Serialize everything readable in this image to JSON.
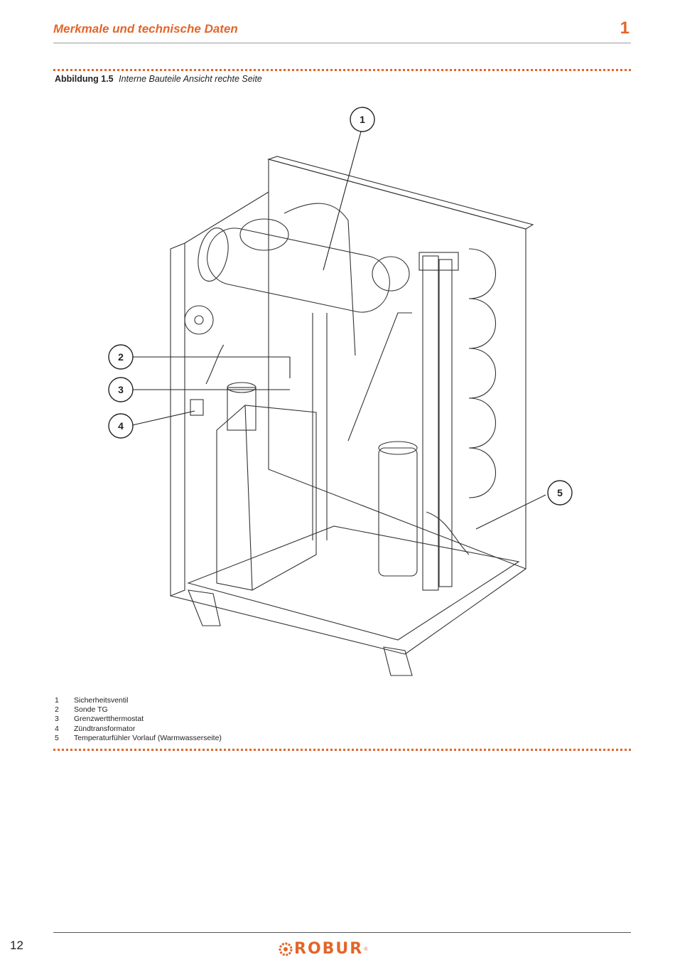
{
  "header": {
    "section_title": "Merkmale und technische Daten",
    "chapter_number": "1"
  },
  "figure": {
    "label": "Abbildung 1.5",
    "caption": "Interne Bauteile Ansicht rechte Seite",
    "callouts": [
      "1",
      "2",
      "3",
      "4",
      "5"
    ]
  },
  "legend": [
    {
      "num": "1",
      "text": "Sicherheitsventil"
    },
    {
      "num": "2",
      "text": "Sonde TG"
    },
    {
      "num": "3",
      "text": "Grenzwertthermostat"
    },
    {
      "num": "4",
      "text": "Zündtransformator"
    },
    {
      "num": "5",
      "text": "Temperaturfühler Vorlauf (Warmwasserseite)"
    }
  ],
  "footer": {
    "page_number": "12",
    "logo_text": "ROBUR",
    "logo_reg": "®"
  },
  "colors": {
    "accent": "#e2662a",
    "rule": "#9a9a9a"
  }
}
